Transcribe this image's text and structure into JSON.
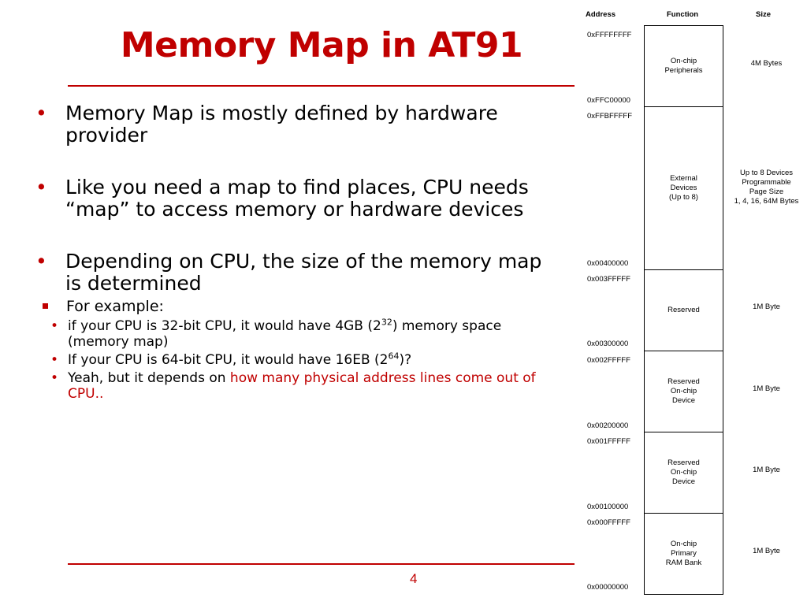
{
  "slide": {
    "title": "Memory Map in AT91",
    "page_number": "4"
  },
  "bullets": [
    {
      "text": "Memory Map is mostly defined by hardware provider"
    },
    {
      "text": "Like you need a map to find places, CPU needs “map” to access memory or hardware devices"
    },
    {
      "text": "Depending on CPU, the size of the memory map is determined"
    }
  ],
  "sub_bullet": {
    "text": "For example:"
  },
  "examples": [
    {
      "pre": "if your CPU is 32-bit CPU, it would have 4GB (2",
      "sup": "32",
      "post": ") memory space (memory map)"
    },
    {
      "pre": "If your CPU is 64-bit CPU, it would have 16EB (2",
      "sup": "64",
      "post": ")?"
    },
    {
      "pre": "Yeah, but it depends on ",
      "highlight": "how many physical address lines come out of CPU.."
    }
  ],
  "memory_map": {
    "headers": {
      "address": "Address",
      "function": "Function",
      "size": "Size"
    },
    "regions": [
      {
        "start": "0x00000000",
        "end": "0x000FFFFF",
        "function": "On-chip\nPrimary\nRAM Bank",
        "size": "1M Byte"
      },
      {
        "start": "0x00100000",
        "end": "0x001FFFFF",
        "function": "Reserved\nOn-chip\nDevice",
        "size": "1M Byte"
      },
      {
        "start": "0x00200000",
        "end": "0x002FFFFF",
        "function": "Reserved\nOn-chip\nDevice",
        "size": "1M Byte"
      },
      {
        "start": "0x00300000",
        "end": "0x003FFFFF",
        "function": "Reserved",
        "size": "1M Byte"
      },
      {
        "start": "0x00400000",
        "end": "0xFFBFFFFF",
        "function": "External\nDevices\n(Up to 8)",
        "size": "Up to 8 Devices\nProgrammable\nPage Size\n1, 4, 16, 64M Bytes"
      },
      {
        "start": "0xFFC00000",
        "end": "0xFFFFFFFF",
        "function": "On-chip\nPeripherals",
        "size": "4M Bytes"
      }
    ]
  },
  "colors": {
    "accent": "#c00000",
    "text": "#000000",
    "background": "#ffffff"
  }
}
